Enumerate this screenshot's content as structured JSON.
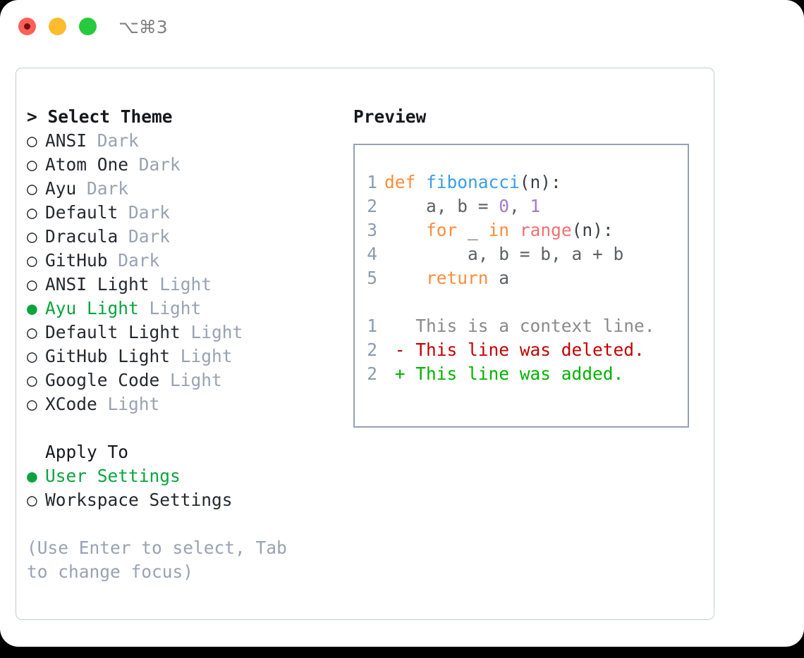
{
  "window": {
    "traffic_lights": [
      "close",
      "minimize",
      "zoom"
    ],
    "shortcut": "⌥⌘3"
  },
  "left": {
    "heading": "> Select Theme",
    "themes": [
      {
        "marker": "○",
        "name": "ANSI",
        "tag": "Dark",
        "selected": false
      },
      {
        "marker": "○",
        "name": "Atom One",
        "tag": "Dark",
        "selected": false
      },
      {
        "marker": "○",
        "name": "Ayu",
        "tag": "Dark",
        "selected": false
      },
      {
        "marker": "○",
        "name": "Default",
        "tag": "Dark",
        "selected": false
      },
      {
        "marker": "○",
        "name": "Dracula",
        "tag": "Dark",
        "selected": false
      },
      {
        "marker": "○",
        "name": "GitHub",
        "tag": "Dark",
        "selected": false
      },
      {
        "marker": "○",
        "name": "ANSI Light",
        "tag": "Light",
        "selected": false
      },
      {
        "marker": "●",
        "name": "Ayu Light",
        "tag": "Light",
        "selected": true
      },
      {
        "marker": "○",
        "name": "Default Light",
        "tag": "Light",
        "selected": false
      },
      {
        "marker": "○",
        "name": "GitHub Light",
        "tag": "Light",
        "selected": false
      },
      {
        "marker": "○",
        "name": "Google Code",
        "tag": "Light",
        "selected": false
      },
      {
        "marker": "○",
        "name": "XCode",
        "tag": "Light",
        "selected": false
      }
    ],
    "apply_to_heading": "Apply To",
    "apply_to_options": [
      {
        "marker": "●",
        "name": "User Settings",
        "selected": true
      },
      {
        "marker": "○",
        "name": "Workspace Settings",
        "selected": false
      }
    ],
    "hint": "(Use Enter to select, Tab to change focus)"
  },
  "right": {
    "heading": "Preview",
    "code_lines": [
      {
        "num": "1",
        "tokens": [
          {
            "t": "def ",
            "c": "kw"
          },
          {
            "t": "fibonacci",
            "c": "fn"
          },
          {
            "t": "(n):",
            "c": "pn"
          }
        ]
      },
      {
        "num": "2",
        "tokens": [
          {
            "t": "    a, b = ",
            "c": "id"
          },
          {
            "t": "0",
            "c": "num"
          },
          {
            "t": ", ",
            "c": "id"
          },
          {
            "t": "1",
            "c": "num"
          }
        ]
      },
      {
        "num": "3",
        "tokens": [
          {
            "t": "    ",
            "c": "id"
          },
          {
            "t": "for",
            "c": "kw"
          },
          {
            "t": " _ ",
            "c": "id"
          },
          {
            "t": "in",
            "c": "kw"
          },
          {
            "t": " ",
            "c": "id"
          },
          {
            "t": "range",
            "c": "bi"
          },
          {
            "t": "(n):",
            "c": "pn"
          }
        ]
      },
      {
        "num": "4",
        "tokens": [
          {
            "t": "        a, b = b, a + b",
            "c": "id"
          }
        ]
      },
      {
        "num": "5",
        "tokens": [
          {
            "t": "    ",
            "c": "id"
          },
          {
            "t": "return",
            "c": "kw"
          },
          {
            "t": " a",
            "c": "id"
          }
        ]
      }
    ],
    "diff_lines": [
      {
        "num": "1",
        "tokens": [
          {
            "t": "   This is a context line.",
            "c": "ctx"
          }
        ]
      },
      {
        "num": "2",
        "tokens": [
          {
            "t": " - This line was deleted.",
            "c": "del"
          }
        ]
      },
      {
        "num": "2",
        "tokens": [
          {
            "t": " + This line was added.",
            "c": "add"
          }
        ]
      }
    ]
  },
  "colors": {
    "accent_green": "#0aa43f",
    "keyword": "#fa8d3e",
    "function": "#399ee6",
    "builtin": "#f07171",
    "number": "#a37acc",
    "identifier": "#5c6166",
    "line_number": "#8a9bb0",
    "muted": "#98a2b3",
    "diff_deleted": "#c30000",
    "diff_added": "#00b300",
    "panel_border": "#c3cbd6",
    "preview_border": "#94a2b3"
  }
}
